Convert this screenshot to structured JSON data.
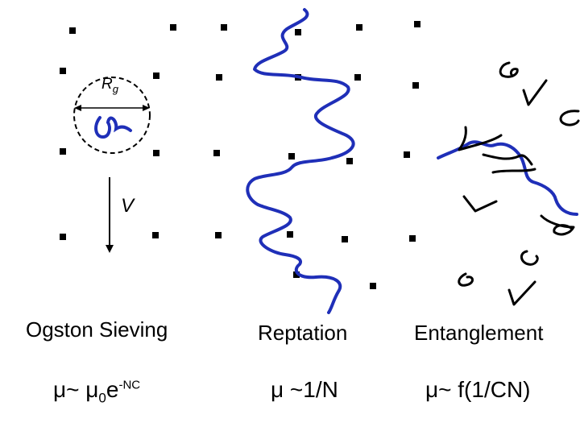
{
  "panels": [
    {
      "label": "Ogston Sieving",
      "formula_mu": "μ",
      "formula_mid": "~ ",
      "formula_mu2": "μ",
      "formula_sub": "0",
      "formula_base": "e",
      "formula_sup": "-NC"
    },
    {
      "label": "Reptation",
      "formula": "μ ~1/N"
    },
    {
      "label": "Entanglement",
      "formula": "μ~ f(1/CN)"
    }
  ],
  "annotations": {
    "radius_symbol": "R",
    "radius_subscript": "g",
    "velocity_symbol": "V"
  },
  "colors": {
    "chain": "#1f2fb8",
    "obstacle": "#000000",
    "fragment": "#000000"
  }
}
